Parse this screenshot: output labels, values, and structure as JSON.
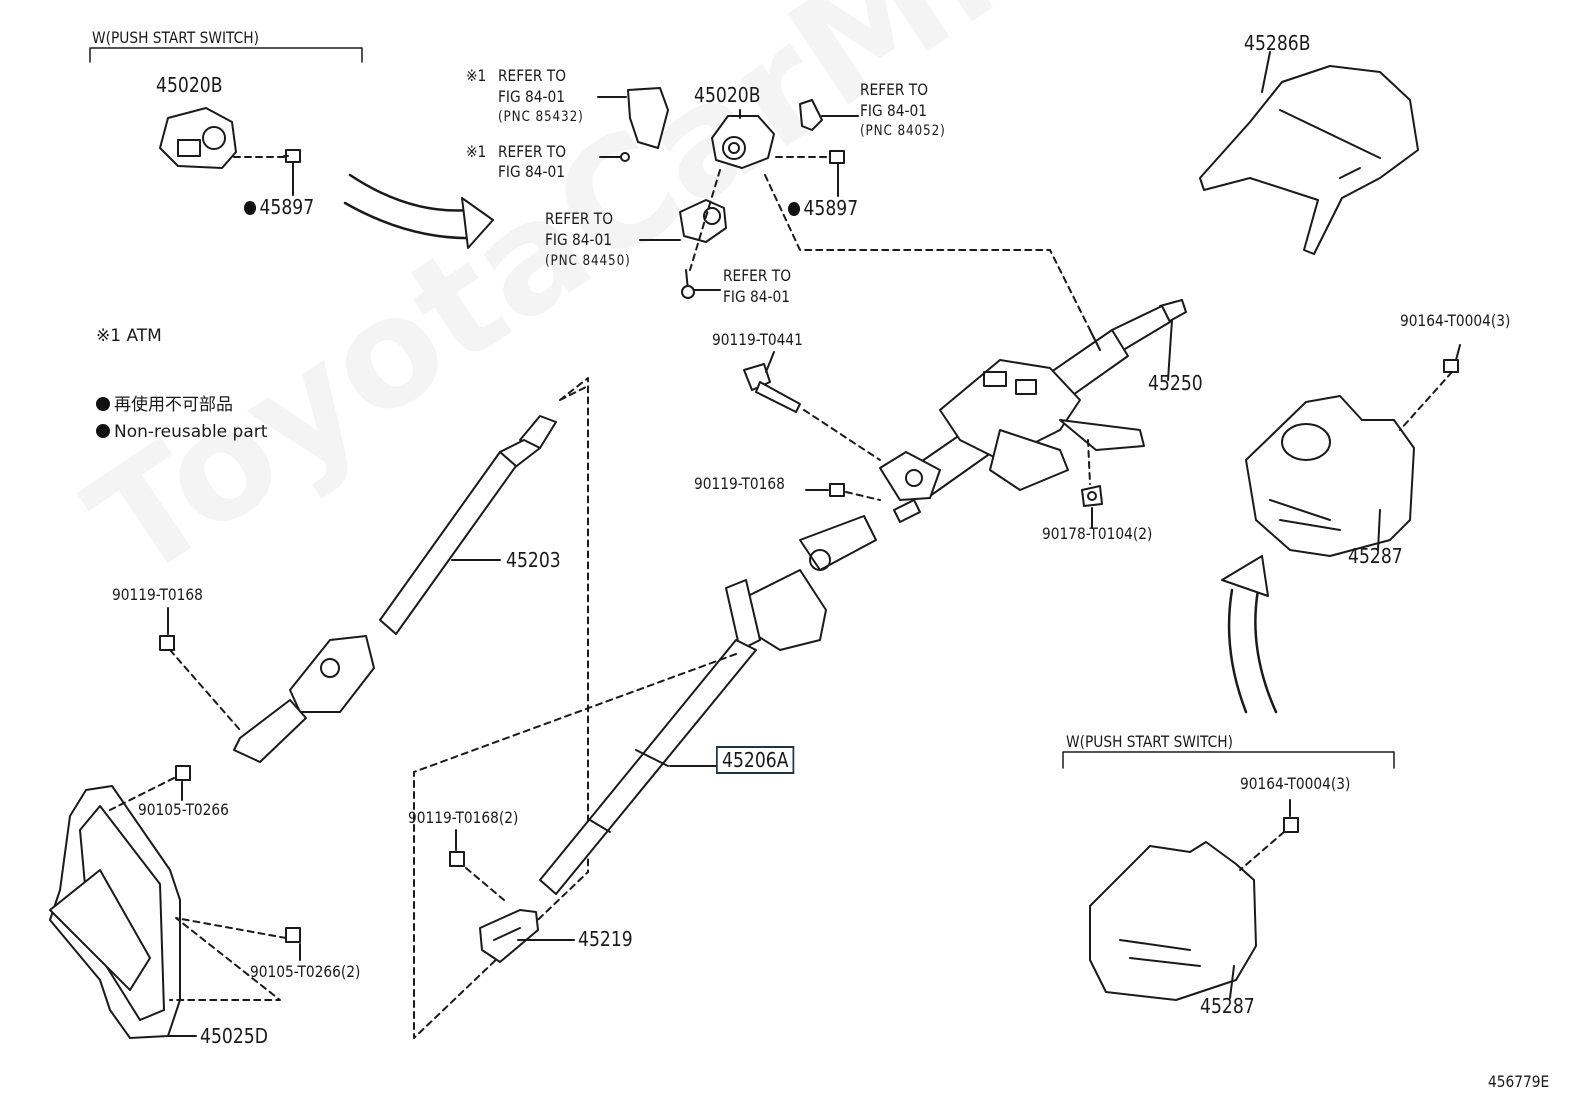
{
  "watermark": "ToyotaCarMine.ru",
  "header_left": "W(PUSH START SWITCH)",
  "header_right": "W(PUSH START SWITCH)",
  "legend": {
    "atm_note": "※1 ATM",
    "nonreusable_jp": "再使用不可部品",
    "nonreusable_en": "Non-reusable part"
  },
  "refs": {
    "r1_mark": "※1",
    "r1_l1": "REFER TO",
    "r1_l2": "FIG 84-01",
    "r1_l3": "(PNC 85432)",
    "r2_mark": "※1",
    "r2_l1": "REFER TO",
    "r2_l2": "FIG 84-01",
    "r3_l1": "REFER TO",
    "r3_l2": "FIG 84-01",
    "r3_l3": "(PNC 84052)",
    "r4_l1": "REFER TO",
    "r4_l2": "FIG 84-01",
    "r4_l3": "(PNC 84450)",
    "r5_l1": "REFER TO",
    "r5_l2": "FIG 84-01"
  },
  "parts": {
    "p45020b_left": "45020B",
    "p45897_left": "45897",
    "p45020b_mid": "45020B",
    "p45897_mid": "45897",
    "p45286b": "45286B",
    "p45250": "45250",
    "p90164_top": "90164-T0004(3)",
    "p90119_t0441": "90119-T0441",
    "p90119_t0168_mid": "90119-T0168",
    "p90178": "90178-T0104(2)",
    "p45287_upper": "45287",
    "p45203": "45203",
    "p90119_t0168_left": "90119-T0168",
    "p45206a": "45206A",
    "p90105_t0266": "90105-T0266",
    "p90119_t0168_2": "90119-T0168(2)",
    "p45219": "45219",
    "p90105_t0266_2": "90105-T0266(2)",
    "p45025d": "45025D",
    "p90164_bottom": "90164-T0004(3)",
    "p45287_lower": "45287"
  },
  "figure_id": "456779E",
  "colors": {
    "line": "#1a1a1a",
    "highlight_border": "#1f3448",
    "background": "#ffffff"
  }
}
